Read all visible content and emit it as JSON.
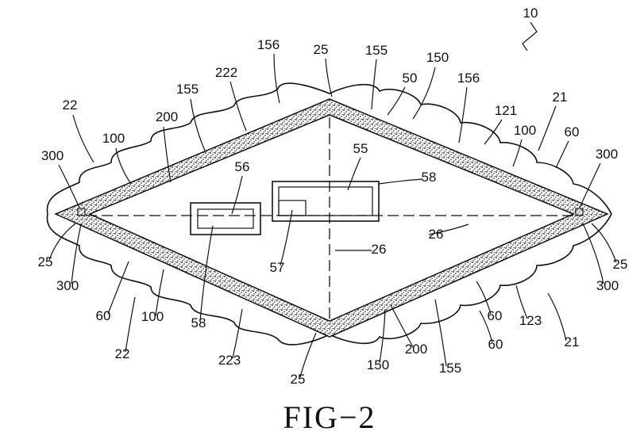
{
  "figure": {
    "caption": "FIG−2",
    "reference_numerals": [
      "10",
      "156",
      "25",
      "155",
      "150",
      "222",
      "50",
      "156",
      "22",
      "155",
      "121",
      "21",
      "200",
      "100",
      "60",
      "100",
      "300",
      "300",
      "55",
      "56",
      "58",
      "26",
      "25",
      "25",
      "57",
      "26",
      "300",
      "300",
      "60",
      "60",
      "100",
      "58",
      "123",
      "21",
      "22",
      "223",
      "25",
      "150",
      "200",
      "155",
      "60"
    ]
  },
  "colors": {
    "ink": "#111111",
    "background": "#ffffff"
  }
}
